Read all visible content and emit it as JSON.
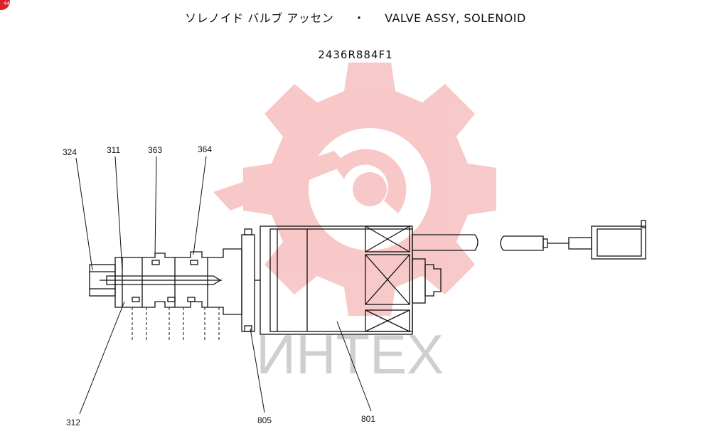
{
  "header": {
    "title_jp": "ソレノイド バルブ アッセン",
    "separator": "・",
    "title_en": "VALVE ASSY, SOLENOID",
    "part_number": "2436R884F1"
  },
  "badge": {
    "text": "44"
  },
  "watermark": {
    "text": "ИНТЕХ",
    "color": "#f2a7a7"
  },
  "callouts": {
    "c324": "324",
    "c311": "311",
    "c363": "363",
    "c364": "364",
    "c312": "312",
    "c805": "805",
    "c801": "801"
  }
}
